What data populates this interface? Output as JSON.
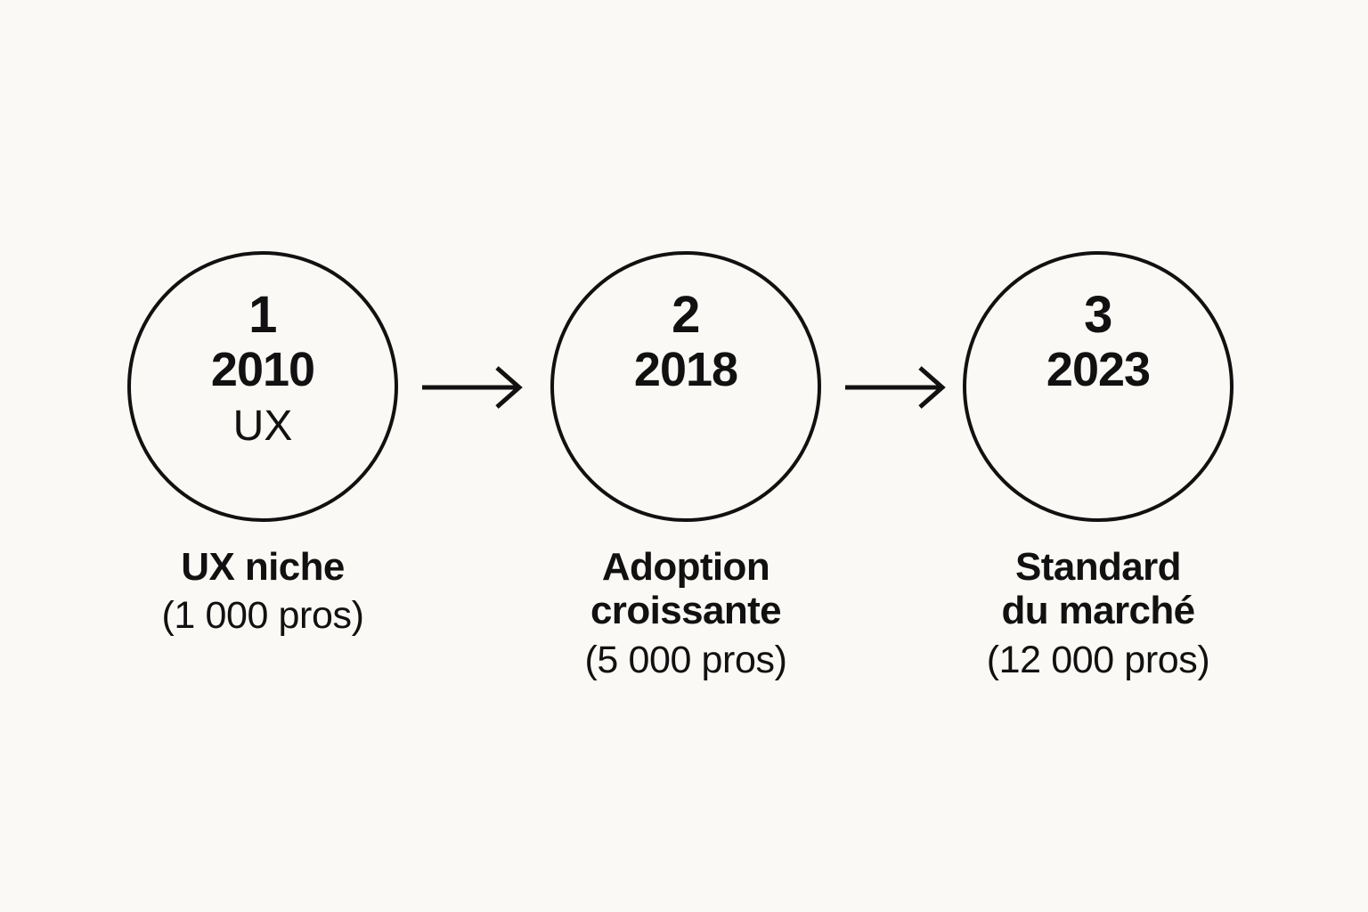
{
  "canvas": {
    "background_color": "#faf9f5",
    "ink_color": "#111111"
  },
  "diagram": {
    "type": "timeline-process",
    "orientation": "horizontal",
    "connector_icon": "arrow-right-icon",
    "steps": [
      {
        "index": "1",
        "year": "2010",
        "tag": "UX",
        "caption_title": "UX niche",
        "caption_sub": "(1 000 pros)",
        "pros_count": 1000
      },
      {
        "index": "2",
        "year": "2018",
        "tag": "",
        "caption_title": "Adoption\ncroissante",
        "caption_sub": "(5 000 pros)",
        "pros_count": 5000
      },
      {
        "index": "3",
        "year": "2023",
        "tag": "",
        "caption_title": "Standard\ndu marché",
        "caption_sub": "(12 000 pros)",
        "pros_count": 12000
      }
    ],
    "connectors": [
      {
        "from": "1",
        "to": "2",
        "label": ""
      },
      {
        "from": "2",
        "to": "3",
        "label": ""
      }
    ]
  }
}
